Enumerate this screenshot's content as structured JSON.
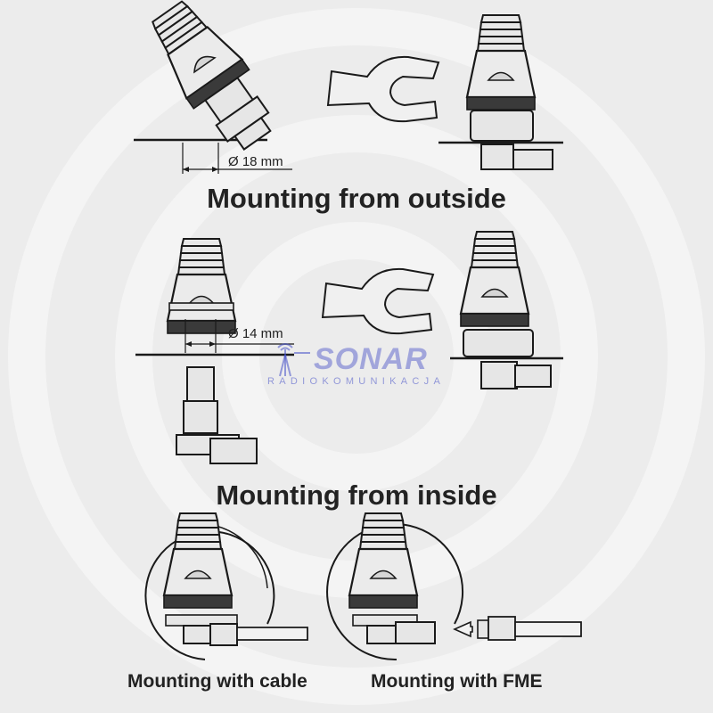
{
  "labels": {
    "title_outside": "Mounting from outside",
    "title_inside": "Mounting from inside",
    "caption_cable": "Mounting with cable",
    "caption_fme": "Mounting with FME",
    "dim_outside": "Ø 18 mm",
    "dim_inside": "Ø 14 mm"
  },
  "logo": {
    "name": "SONAR",
    "tagline": "RADIOKOMUNIKACJA"
  },
  "colors": {
    "background": "#ececec",
    "line": "#1a1a1a",
    "body_fill": "#e6e6e6",
    "dark_band": "#3a3a3a",
    "logo": "#4650c8"
  }
}
